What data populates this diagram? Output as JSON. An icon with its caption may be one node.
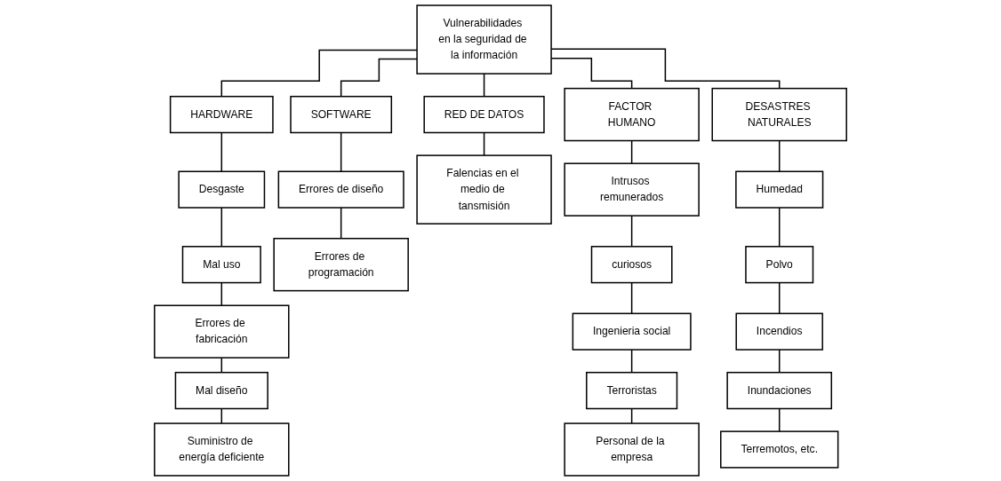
{
  "diagram": {
    "nodes": [
      {
        "text": [
          "Vulnerabilidades en la seguridad de la información"
        ]
      },
      {
        "text": [
          "HARDWARE"
        ]
      },
      {
        "text": [
          "Desgaste"
        ]
      },
      {
        "text": [
          "Mal uso"
        ]
      },
      {
        "text": [
          "Errores de fabricación"
        ]
      },
      {
        "text": [
          "Mal diseño"
        ]
      },
      {
        "text": [
          "Suministro de energía deficiente"
        ]
      },
      {
        "text": [
          "SOFTWARE"
        ]
      },
      {
        "text": [
          "Errores de diseño"
        ]
      },
      {
        "text": [
          "Errores de programación"
        ]
      },
      {
        "text": [
          "RED DE DATOS"
        ]
      },
      {
        "text": [
          "Falencias en el medio de tansmisión"
        ]
      },
      {
        "text": [
          "FACTOR HUMANO"
        ]
      },
      {
        "text": [
          "Intrusos remunerados"
        ]
      },
      {
        "text": [
          "curiosos"
        ]
      },
      {
        "text": [
          "Ingenieria social"
        ]
      },
      {
        "text": [
          "Terroristas"
        ]
      },
      {
        "text": [
          "Personal de la empresa"
        ]
      },
      {
        "text": [
          "DESASTRES NATURALES"
        ]
      },
      {
        "text": [
          "Humedad"
        ]
      },
      {
        "text": [
          "Polvo"
        ]
      },
      {
        "text": [
          "Incendios"
        ]
      },
      {
        "text": [
          "Inundaciones"
        ]
      },
      {
        "text": [
          "Terremotos, etc."
        ]
      }
    ],
    "edges": [
      {
        "from": 0,
        "to": 1,
        "arrow": "none"
      },
      {
        "from": 0,
        "to": 7,
        "arrow": "none"
      },
      {
        "from": 0,
        "to": 10,
        "arrow": "none"
      },
      {
        "from": 0,
        "to": 12,
        "arrow": "none"
      },
      {
        "from": 0,
        "to": 18,
        "arrow": "none"
      },
      {
        "from": 1,
        "to": 2,
        "arrow": "none"
      },
      {
        "from": 2,
        "to": 3,
        "arrow": "none"
      },
      {
        "from": 3,
        "to": 4,
        "arrow": "none"
      },
      {
        "from": 4,
        "to": 5,
        "arrow": "none"
      },
      {
        "from": 5,
        "to": 6,
        "arrow": "none"
      },
      {
        "from": 7,
        "to": 8,
        "arrow": "none"
      },
      {
        "from": 8,
        "to": 9,
        "arrow": "none"
      },
      {
        "from": 10,
        "to": 11,
        "arrow": "none"
      },
      {
        "from": 12,
        "to": 13,
        "arrow": "none"
      },
      {
        "from": 13,
        "to": 14,
        "arrow": "none"
      },
      {
        "from": 14,
        "to": 15,
        "arrow": "none"
      },
      {
        "from": 15,
        "to": 16,
        "arrow": "none"
      },
      {
        "from": 16,
        "to": 17,
        "arrow": "none"
      },
      {
        "from": 18,
        "to": 19,
        "arrow": "none"
      },
      {
        "from": 19,
        "to": 20,
        "arrow": "none"
      },
      {
        "from": 20,
        "to": 21,
        "arrow": "none"
      },
      {
        "from": 21,
        "to": 22,
        "arrow": "none"
      },
      {
        "from": 22,
        "to": 23,
        "arrow": "none"
      }
    ]
  }
}
